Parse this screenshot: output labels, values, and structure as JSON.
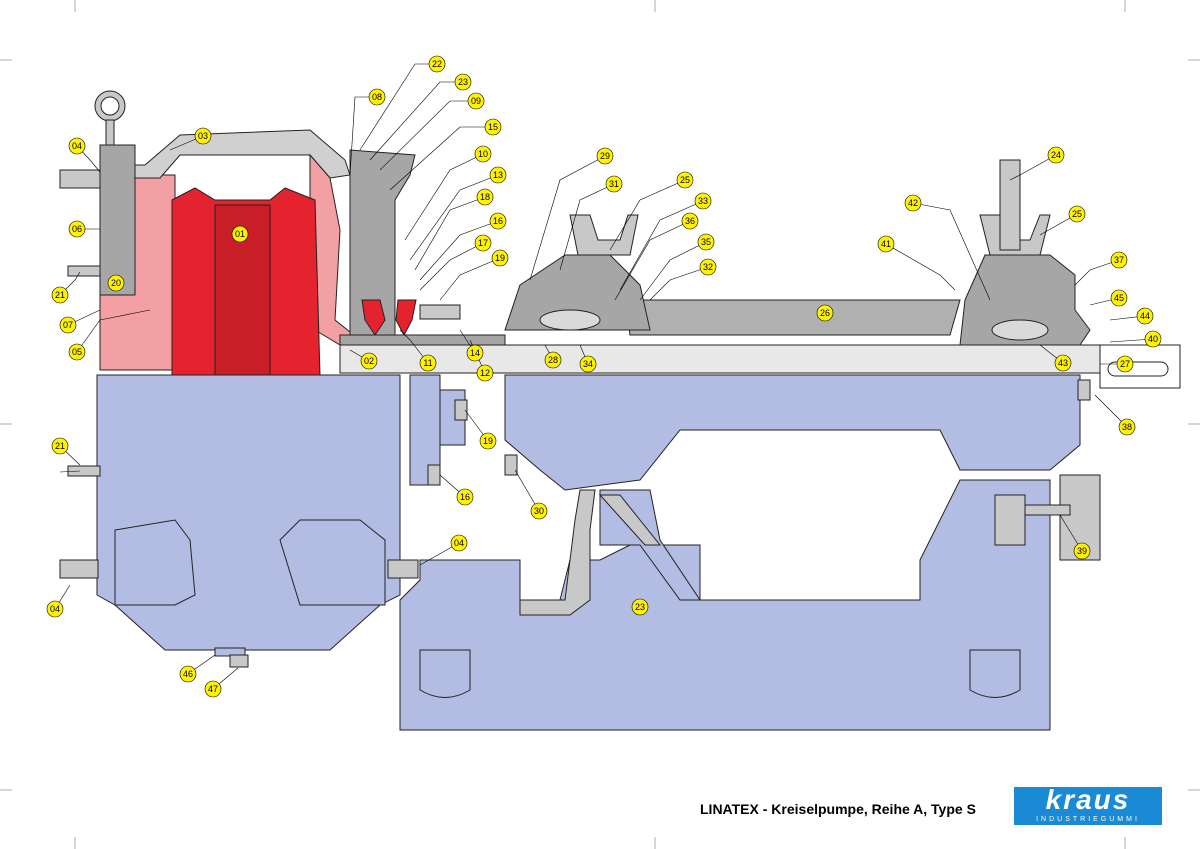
{
  "title": "LINATEX - Kreiselpumpe, Reihe A, Type S",
  "logo": {
    "brand": "kraus",
    "subline": "INDUSTRIEGUMMI"
  },
  "colors": {
    "frame": "#b3bde3",
    "impeller": "#e5232f",
    "liner": "#f2a0a3",
    "steel": "#9a9a9a",
    "steel_light": "#c8c8c8",
    "callout": "#fff200"
  },
  "callouts": [
    "04",
    "06",
    "21",
    "07",
    "05",
    "20",
    "03",
    "01",
    "08",
    "22",
    "23",
    "09",
    "15",
    "10",
    "13",
    "18",
    "16",
    "17",
    "19",
    "11",
    "02",
    "14",
    "12",
    "29",
    "31",
    "25",
    "33",
    "36",
    "35",
    "32",
    "28",
    "34",
    "26",
    "24",
    "42",
    "41",
    "25",
    "37",
    "45",
    "44",
    "40",
    "43",
    "27",
    "38",
    "19",
    "16",
    "30",
    "04",
    "04",
    "21",
    "46",
    "47",
    "23",
    "39"
  ]
}
